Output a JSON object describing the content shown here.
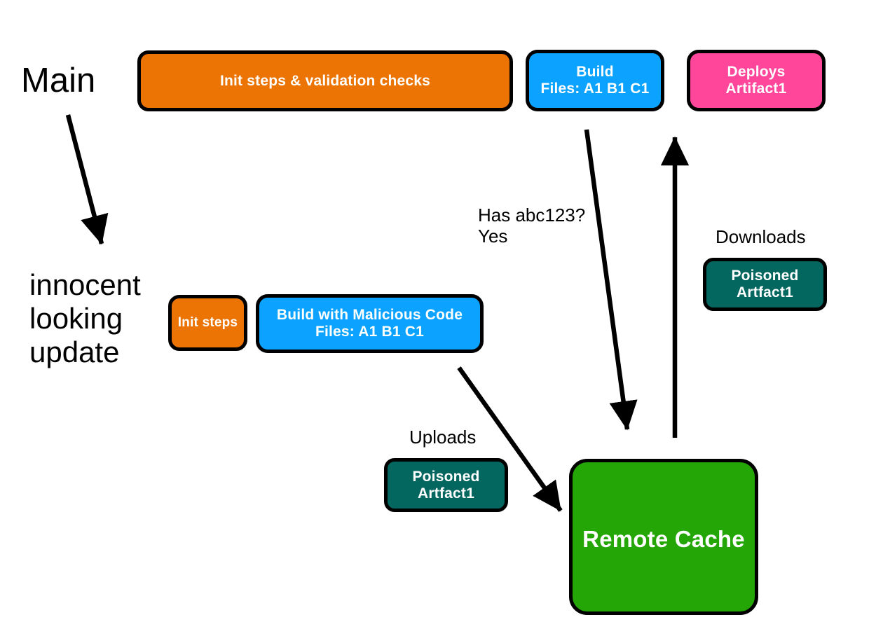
{
  "diagram": {
    "title_labels": {
      "main_branch": "Main",
      "pr_branch": "innocent\nlooking\nupdate",
      "cache_query": "Has abc123?\nYes",
      "downloads": "Downloads",
      "uploads": "Uploads"
    },
    "nodes": {
      "main_init": {
        "label": "Init steps & validation checks",
        "color": "#ec7404"
      },
      "main_build": {
        "label": "Build\nFiles: A1  B1  C1",
        "color": "#0ba3ff"
      },
      "main_deploys": {
        "label": "Deploys\nArtifact1",
        "color": "#ff469b"
      },
      "pr_init": {
        "label": "Init steps",
        "color": "#ec7404"
      },
      "pr_build": {
        "label": "Build with Malicious Code\nFiles: A1  B1  C1",
        "color": "#0ba3ff"
      },
      "download_artifact": {
        "label": "Poisoned\nArtfact1",
        "color": "#04675f"
      },
      "upload_artifact": {
        "label": "Poisoned\nArtfact1",
        "color": "#04675f"
      },
      "remote_cache": {
        "label": "Remote Cache",
        "color": "#23a606"
      }
    },
    "arrows": [
      {
        "name": "main-to-pr-branch-arrow"
      },
      {
        "name": "build-to-cache-lookup-arrow"
      },
      {
        "name": "cache-to-deploys-arrow"
      },
      {
        "name": "pr-build-to-cache-upload-arrow"
      }
    ],
    "palette": {
      "orange": "#ec7404",
      "blue": "#0ba3ff",
      "pink": "#ff469b",
      "teal": "#04675f",
      "green": "#23a606",
      "outline": "#000000",
      "background": "#ffffff"
    }
  }
}
